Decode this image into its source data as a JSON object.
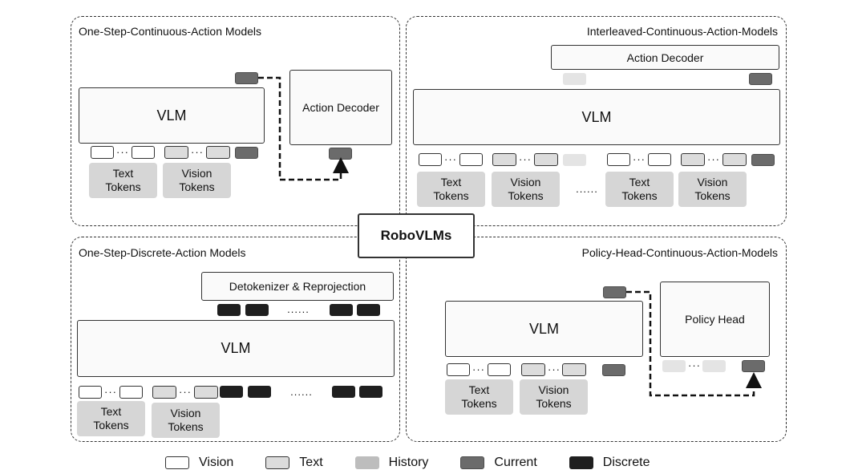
{
  "center": {
    "label": "RoboVLMs"
  },
  "common": {
    "vlm": "VLM",
    "text_tokens": "Text\nTokens",
    "vision_tokens": "Vision\nTokens",
    "ellipsis": "......"
  },
  "panels": {
    "one_step_continuous": {
      "title": "One-Step-Continuous-Action Models",
      "decoder": "Action Decoder"
    },
    "interleaved_continuous": {
      "title": "Interleaved-Continuous-Action-Models",
      "decoder": "Action Decoder"
    },
    "one_step_discrete": {
      "title": "One-Step-Discrete-Action Models",
      "decoder": "Detokenizer & Reprojection"
    },
    "policy_head": {
      "title": "Policy-Head-Continuous-Action-Models",
      "decoder": "Policy Head"
    }
  },
  "legend": {
    "vision": "Vision",
    "text": "Text",
    "history": "History",
    "current": "Current",
    "discrete": "Discrete"
  },
  "colors": {
    "vision": "#ffffff",
    "text": "#dcdcdc",
    "history": "#e4e4e4",
    "current": "#6b6b6b",
    "discrete": "#1f1f1f"
  }
}
